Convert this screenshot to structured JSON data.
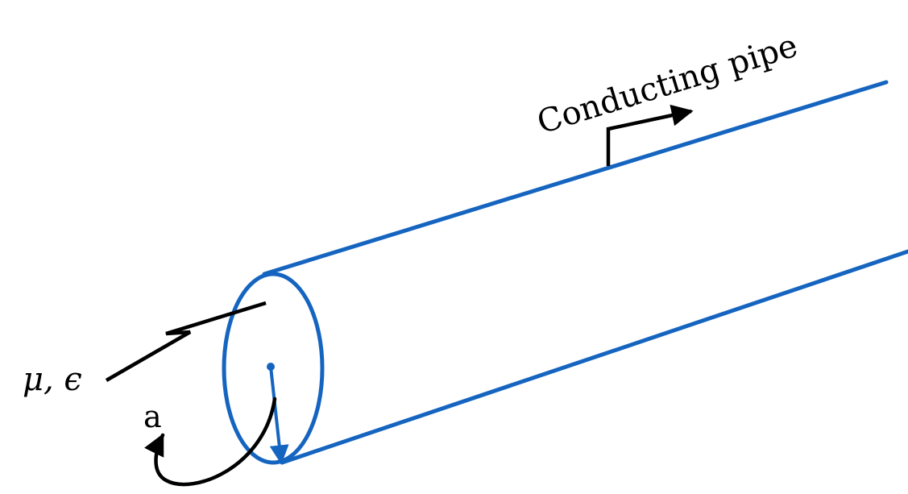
{
  "labels": {
    "pipe": "Conducting pipe",
    "medium": "μ, ϵ",
    "radius": "a"
  },
  "colors": {
    "pipe": "#1565C0",
    "arrow": "#000000"
  },
  "icons": {
    "pipe_arrow": "arrow-right-icon",
    "medium_arrow": "arrow-pointer-icon",
    "radius_arrow": "curved-arrow-icon"
  }
}
